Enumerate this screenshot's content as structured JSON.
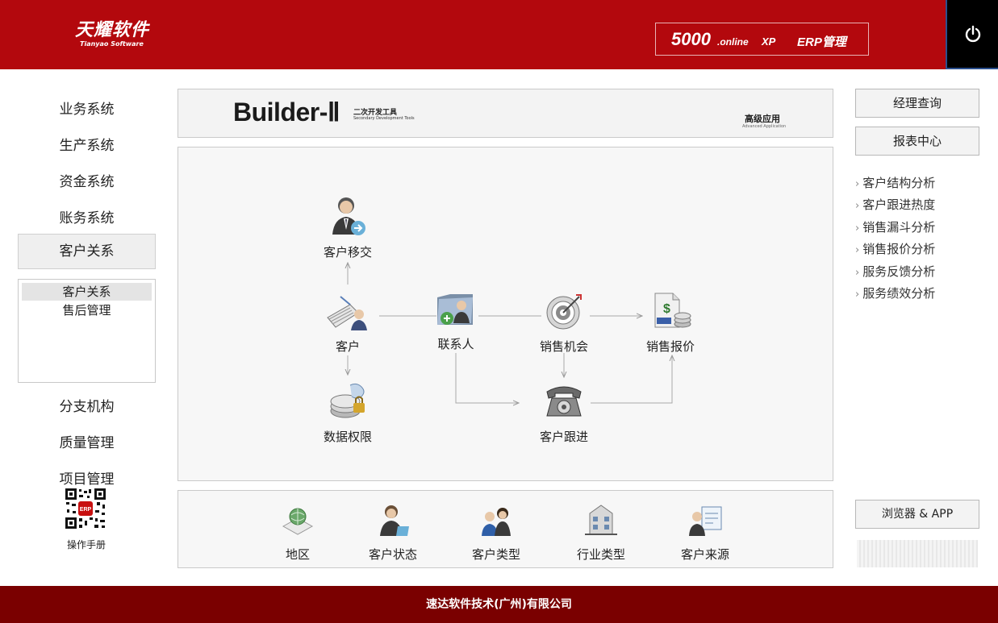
{
  "header": {
    "logo_main": "天耀软件",
    "logo_sub": "Tianyao Software",
    "brand_num": "5000",
    "brand_online": ".online",
    "brand_xp": "XP",
    "brand_erp": "ERP管理",
    "power_icon": "power-icon"
  },
  "nav": {
    "items_top": [
      "业务系统",
      "生产系统",
      "资金系统",
      "账务系统"
    ],
    "active": "客户关系",
    "sub_items": [
      "客户关系",
      "售后管理"
    ],
    "items_bottom": [
      "分支机构",
      "质量管理",
      "项目管理"
    ],
    "manual": "操作手册"
  },
  "banner": {
    "title": "Builder-Ⅱ",
    "sub_cn": "二次开发工具",
    "sub_en": "Secondary Development Tools",
    "right_cn": "高级应用",
    "right_en": "Advanced Application"
  },
  "flow": {
    "nodes": {
      "transfer": "客户移交",
      "customer": "客户",
      "contact": "联系人",
      "opportunity": "销售机会",
      "quote": "销售报价",
      "permission": "数据权限",
      "followup": "客户跟进"
    }
  },
  "bottom": {
    "items": [
      "地区",
      "客户状态",
      "客户类型",
      "行业类型",
      "客户来源"
    ]
  },
  "right": {
    "btn_manager": "经理查询",
    "btn_report": "报表中心",
    "links": [
      "客户结构分析",
      "客户跟进热度",
      "销售漏斗分析",
      "销售报价分析",
      "服务反馈分析",
      "服务绩效分析"
    ],
    "btn_browser": "浏览器 & APP"
  },
  "footer": {
    "text": "速达软件技术(广州)有限公司"
  },
  "colors": {
    "header_red": "#b3080d",
    "footer_red": "#7a0000"
  }
}
